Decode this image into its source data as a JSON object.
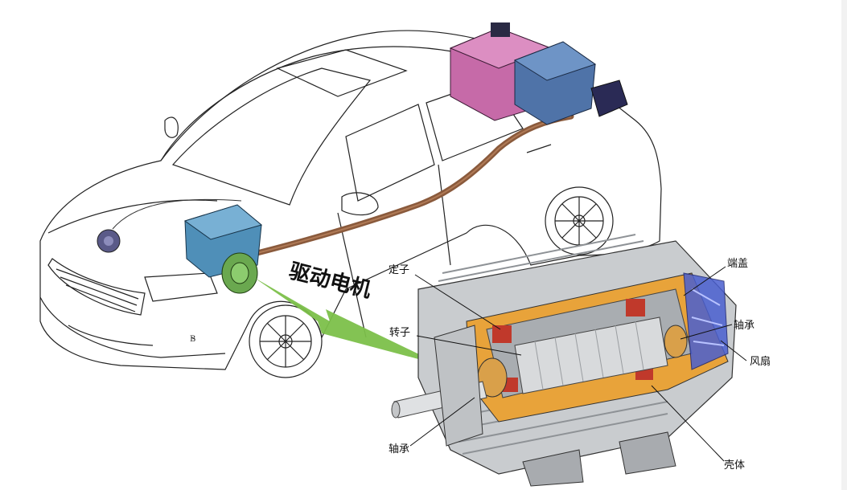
{
  "title": "驱动电机",
  "labels": {
    "stator": "定子",
    "rotor": "转子",
    "bearing_front": "轴承",
    "end_cover": "端盖",
    "bearing_rear": "轴承",
    "fan": "风扇",
    "housing": "壳体"
  },
  "colors": {
    "battery_pink": "#c66aa8",
    "battery_blue": "#4f73a8",
    "motor_blue": "#4f8fb8",
    "motor_green": "#6aa84f",
    "cable_brown": "#8a5a3c",
    "arrow_green": "#7cc04a",
    "housing_orange": "#e8a33a",
    "rotor_red": "#c0392b",
    "fan_blue": "#4a5fd0"
  }
}
